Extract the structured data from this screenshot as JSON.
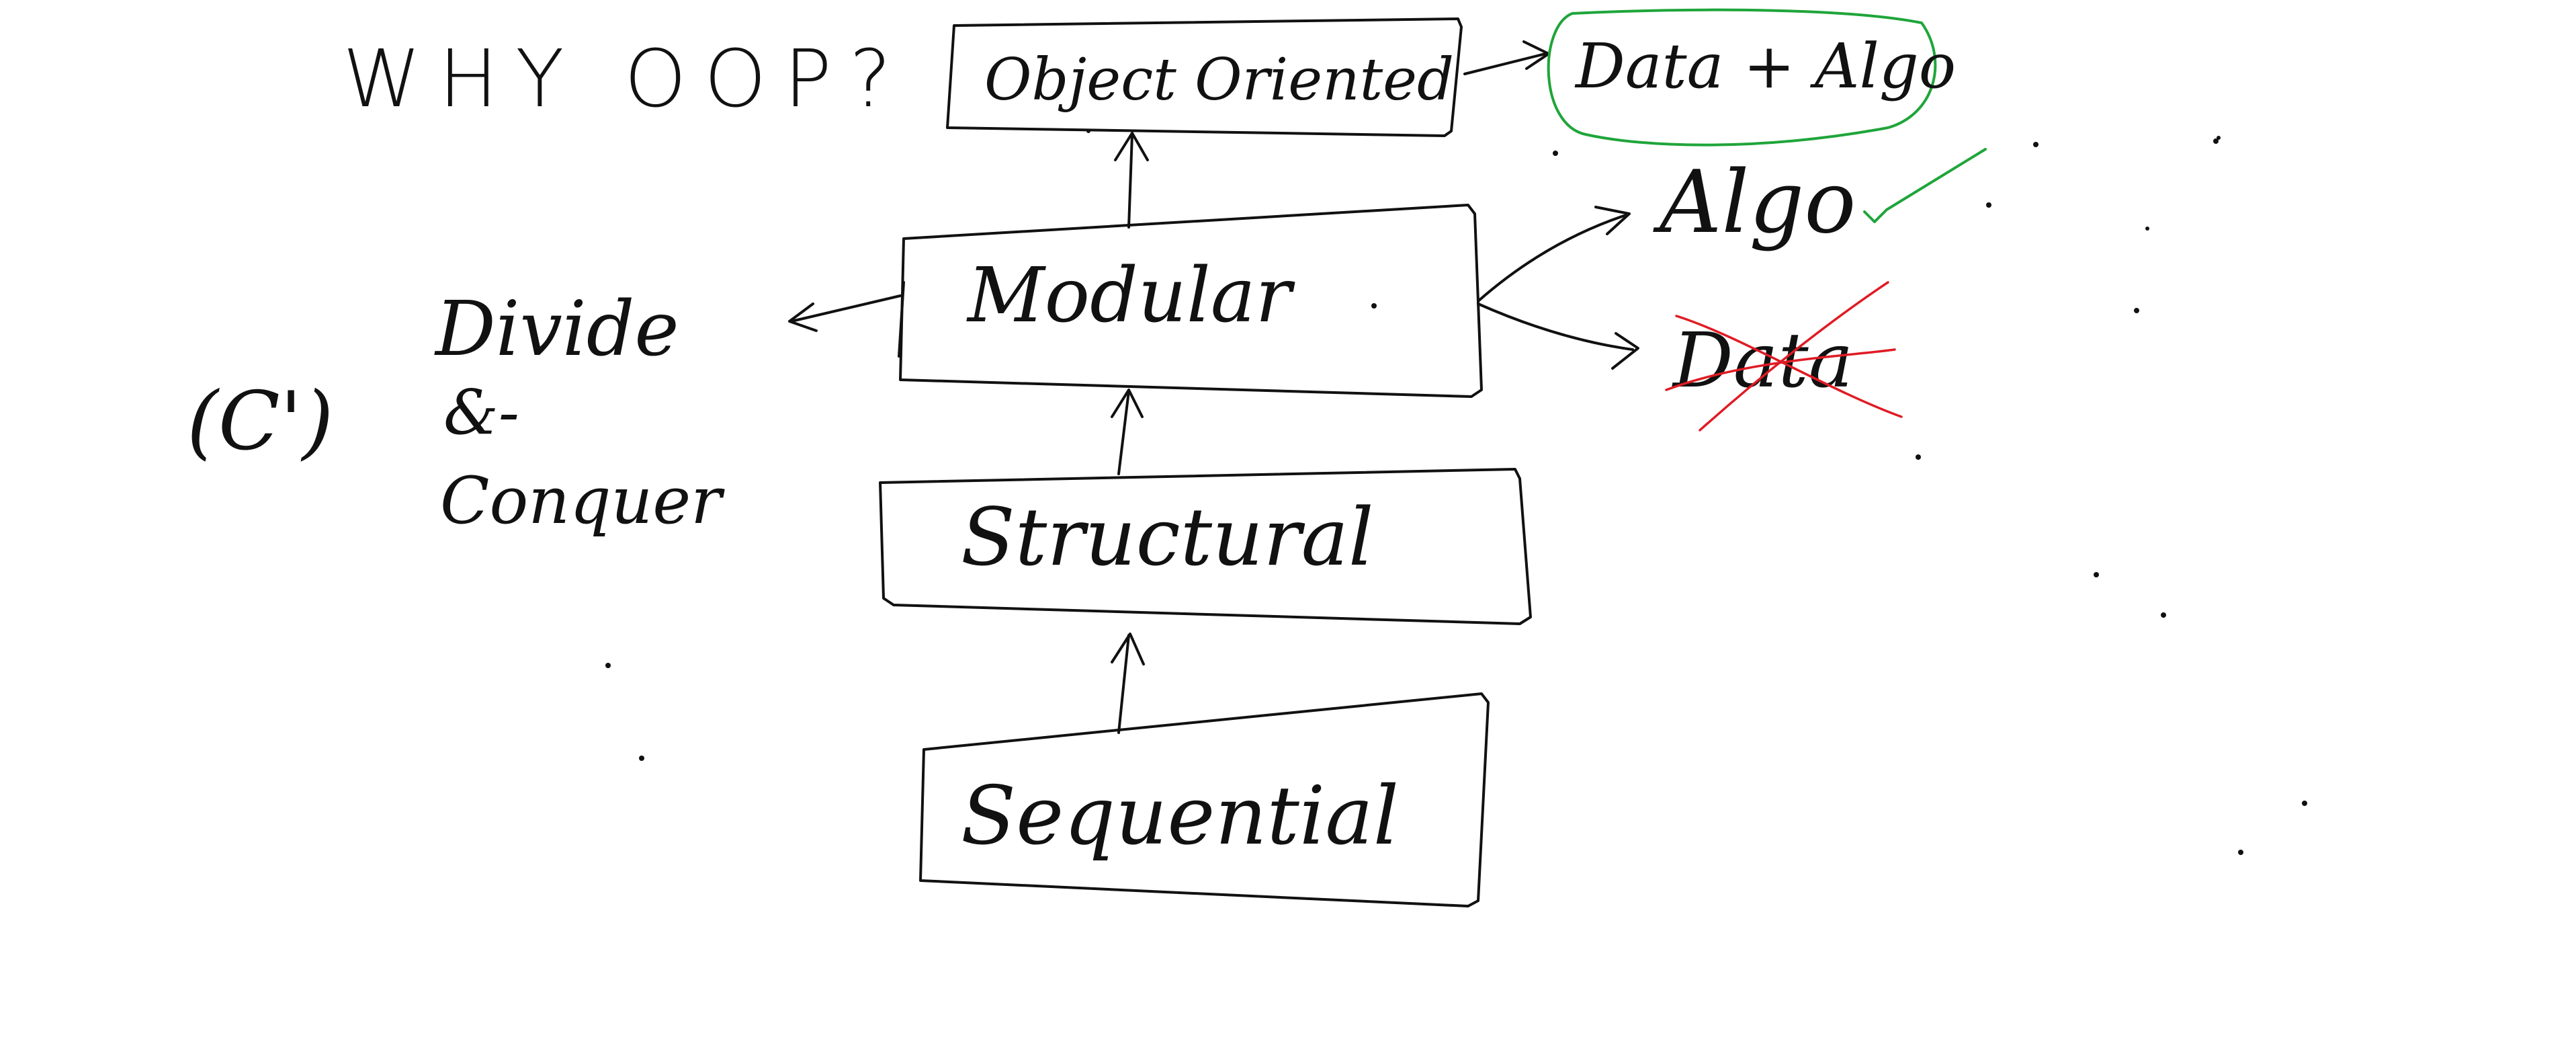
{
  "board": {
    "title": "WHY OOP?",
    "c_label": "(C')",
    "divide_line1": "Divide",
    "divide_line2": "&-",
    "divide_line3": "Conquer",
    "boxes": {
      "object_oriented": "Object Oriented",
      "modular": "Modular",
      "structural": "Structural",
      "sequential": "Sequential"
    },
    "data_algo": "Data + Algo",
    "algo": "Algo",
    "data_crossed": "Data",
    "colors": {
      "ink": "#111111",
      "highlight_green": "#1fa53a",
      "strike_red": "#e01b24"
    }
  }
}
